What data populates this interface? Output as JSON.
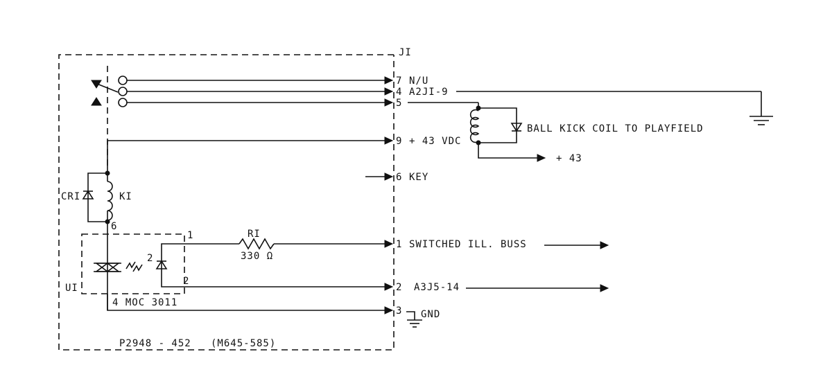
{
  "connector": {
    "name": "JI",
    "pins": [
      {
        "num": "7",
        "label": "N/U"
      },
      {
        "num": "4",
        "label": "A2JI-9"
      },
      {
        "num": "5",
        "label": ""
      },
      {
        "num": "9",
        "label": "+ 43 VDC"
      },
      {
        "num": "6",
        "label": "KEY"
      },
      {
        "num": "1",
        "label": "SWITCHED ILL. BUSS"
      },
      {
        "num": "2",
        "label": "A3J5-14"
      },
      {
        "num": "3",
        "label": "GND"
      }
    ]
  },
  "components": {
    "diode": "CRI",
    "relay": "KI",
    "relay_pin": "6",
    "resistor_name": "RI",
    "resistor_value": "330 Ω",
    "optocoupler_ref": "UI",
    "optocoupler_part": "4 MOC 3011",
    "opto_pin1": "1",
    "opto_pin2": "2",
    "opto_led_pin": "2"
  },
  "external": {
    "coil_label": "BALL KICK COIL TO PLAYFIELD",
    "supply_label": "+ 43"
  },
  "assembly_label": "P2948 - 452   (M645-585)"
}
